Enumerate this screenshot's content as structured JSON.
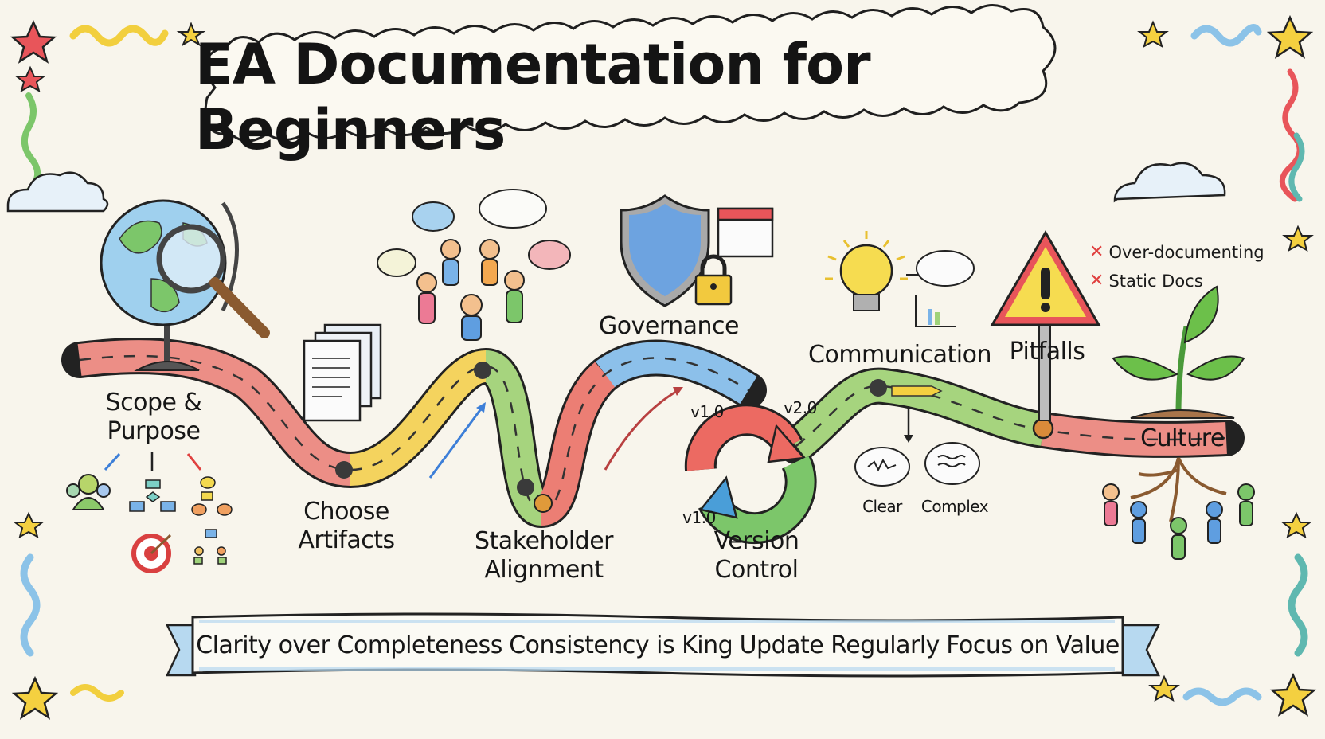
{
  "title": "EA Documentation for Beginners",
  "steps": [
    {
      "id": "scope",
      "label_line1": "Scope &",
      "label_line2": "Purpose",
      "icon": "globe-magnifier-icon"
    },
    {
      "id": "artifacts",
      "label_line1": "Choose",
      "label_line2": "Artifacts",
      "icon": "documents-stack-icon"
    },
    {
      "id": "stakeholder",
      "label_line1": "Stakeholder",
      "label_line2": "Alignment",
      "icon": "people-circle-icon"
    },
    {
      "id": "governance",
      "label_line1": "Governance",
      "icon": "shield-lock-calendar-icon"
    },
    {
      "id": "version",
      "label_line1": "Version",
      "label_line2": "Control",
      "icon": "cycle-arrows-icon"
    },
    {
      "id": "communication",
      "label_line1": "Communication",
      "icon": "lightbulb-icon"
    },
    {
      "id": "pitfalls",
      "label_line1": "Pitfalls",
      "icon": "warning-sign-icon"
    },
    {
      "id": "culture",
      "label_line1": "Culture",
      "icon": "sprout-icon"
    }
  ],
  "version_labels": {
    "top_left": "v1.0",
    "top_right": "v2.0",
    "bottom_left": "v1.0"
  },
  "communication_examples": {
    "clear": "Clear",
    "complex": "Complex"
  },
  "pitfalls_list": [
    "Over-documenting",
    "Static Docs"
  ],
  "principles": [
    "Clarity over Completeness",
    "Consistency is King",
    "Update Regularly",
    "Focus on Value"
  ],
  "colors": {
    "background": "#f8f5ec",
    "road_red": "#ec8e86",
    "road_yellow": "#f4d35e",
    "road_green": "#9fd27a",
    "road_blue": "#8cc0ea",
    "accent_red": "#e0403f",
    "banner_blue": "#b7d9f0"
  }
}
